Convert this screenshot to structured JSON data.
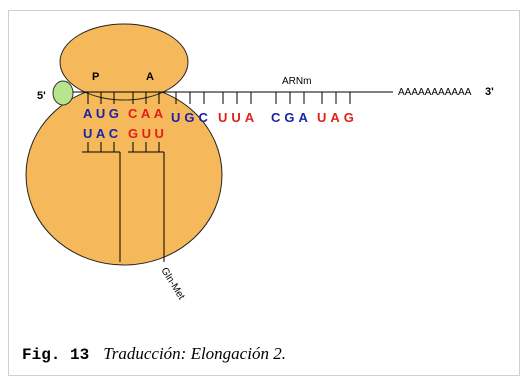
{
  "labels": {
    "p_site": "P",
    "a_site": "A",
    "mrna": "ARNm",
    "five_prime": "5'",
    "three_prime": "3'",
    "poly_a": "AAAAAAAAAAA",
    "peptide": "Gln-Met"
  },
  "mrna_codons": [
    {
      "text": "AUG",
      "color": "#1c22a8"
    },
    {
      "text": "CAA",
      "color": "#e0201a"
    },
    {
      "text": "UGC",
      "color": "#1c22a8"
    },
    {
      "text": "UUA",
      "color": "#e0201a"
    },
    {
      "text": "CGA",
      "color": "#1c22a8"
    },
    {
      "text": "UAG",
      "color": "#e0201a"
    }
  ],
  "anticodons": [
    {
      "text": "UAC",
      "color": "#1c22a8"
    },
    {
      "text": "GUU",
      "color": "#e0201a"
    }
  ],
  "colors": {
    "ribosome": "#f5b85a",
    "ribosome_stroke": "#222222",
    "cap": "#b7e58c",
    "blue_base": "#1c22a8",
    "red_base": "#e0201a"
  },
  "caption": {
    "fig": "Fig. 13",
    "text": "Traducción: Elongación 2."
  }
}
